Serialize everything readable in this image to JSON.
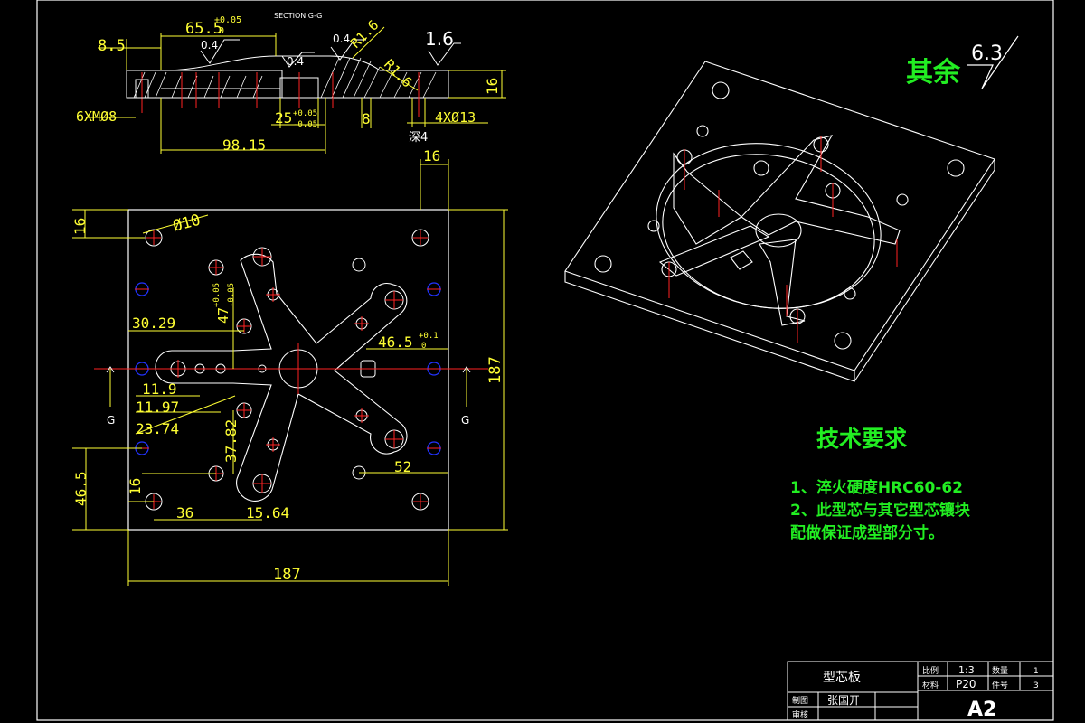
{
  "section_view": {
    "label": "SECTION  G-G",
    "dims": {
      "left_offset": "8.5",
      "pocket_width": "65.5",
      "pocket_tol_upper": "+0.05",
      "pocket_tol_lower": "0",
      "roughness_1": "0.4",
      "roughness_2": "0.4",
      "roughness_3": "0.4",
      "radius_1": "R1.6",
      "radius_2": "R1.6",
      "roughness_top": "1.6",
      "thickness": "16",
      "thread_note": "6XMØ8",
      "step_width": "25",
      "step_tol_upper": "+0.05",
      "step_tol_lower": "-0.05",
      "slot": "8",
      "holes_note": "4XØ13",
      "depth_note": "深4",
      "overall": "98.15"
    }
  },
  "plan_view": {
    "dims": {
      "top_hole_offset": "16",
      "left_hole_offset": "16",
      "hole_dia": "Ø10",
      "vertical_47": "47",
      "v47_tol_upper": "+0.05",
      "v47_tol_lower": "-0.05",
      "d_30_29": "30.29",
      "d_46_5": "46.5",
      "d_46_5_tol_upper": "+0.1",
      "d_46_5_tol_lower": "0",
      "d_11_9": "11.9",
      "d_11_97": "11.97",
      "d_23_74": "23.74",
      "d_37_82": "37.82",
      "d_52": "52",
      "d_16_bottom": "16",
      "d_36": "36",
      "d_15_64": "15.64",
      "d_46_5_left": "46.5",
      "width": "187",
      "height": "187",
      "section_mark_left": "G",
      "section_mark_right": "G"
    }
  },
  "roughness_note": {
    "label": "其余",
    "value": "6.3"
  },
  "tech_requirements": {
    "title": "技术要求",
    "items": [
      "1、淬火硬度HRC60-62",
      "2、此型芯与其它型芯镶块",
      "配做保证成型部分寸。"
    ]
  },
  "title_block": {
    "part_name": "型芯板",
    "scale_label": "比例",
    "scale_value": "1:3",
    "qty_label": "数量",
    "qty_value": "1",
    "material_label": "材料",
    "material_value": "P20",
    "part_no_label": "件号",
    "part_no_value": "3",
    "drawn_label": "制图",
    "drawn_by": "张国开",
    "review_label": "审核",
    "sheet_size": "A2"
  },
  "colors": {
    "background": "#000000",
    "outline": "#ffffff",
    "dimension": "#ffff33",
    "center_line": "#ff2222",
    "hidden_circle": "#2233ff",
    "note_text": "#22ee22"
  }
}
